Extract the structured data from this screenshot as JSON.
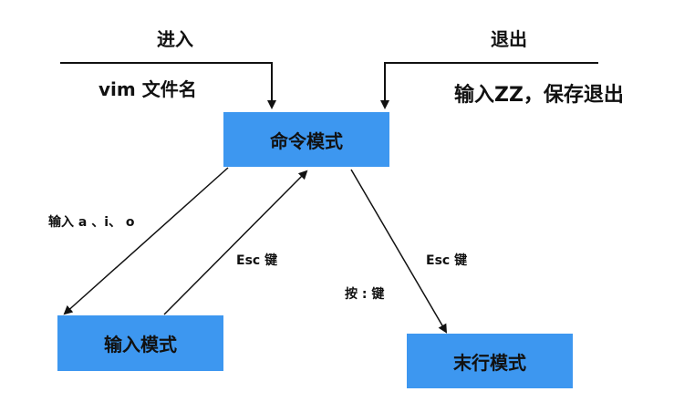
{
  "colors": {
    "node_fill": "#3d97f0",
    "line": "#111111"
  },
  "nodes": {
    "command_mode": "命令模式",
    "insert_mode": "输入模式",
    "last_line_mode": "末行模式"
  },
  "labels": {
    "enter": "进入",
    "exit": "退出",
    "vim_filename": "vim 文件名",
    "save_exit_zz": "输入ZZ，保存退出",
    "input_aio": "输入 a 、i、 o",
    "esc_key_left": "Esc 键",
    "esc_key_right": "Esc 键",
    "press_colon": "按 : 键"
  }
}
